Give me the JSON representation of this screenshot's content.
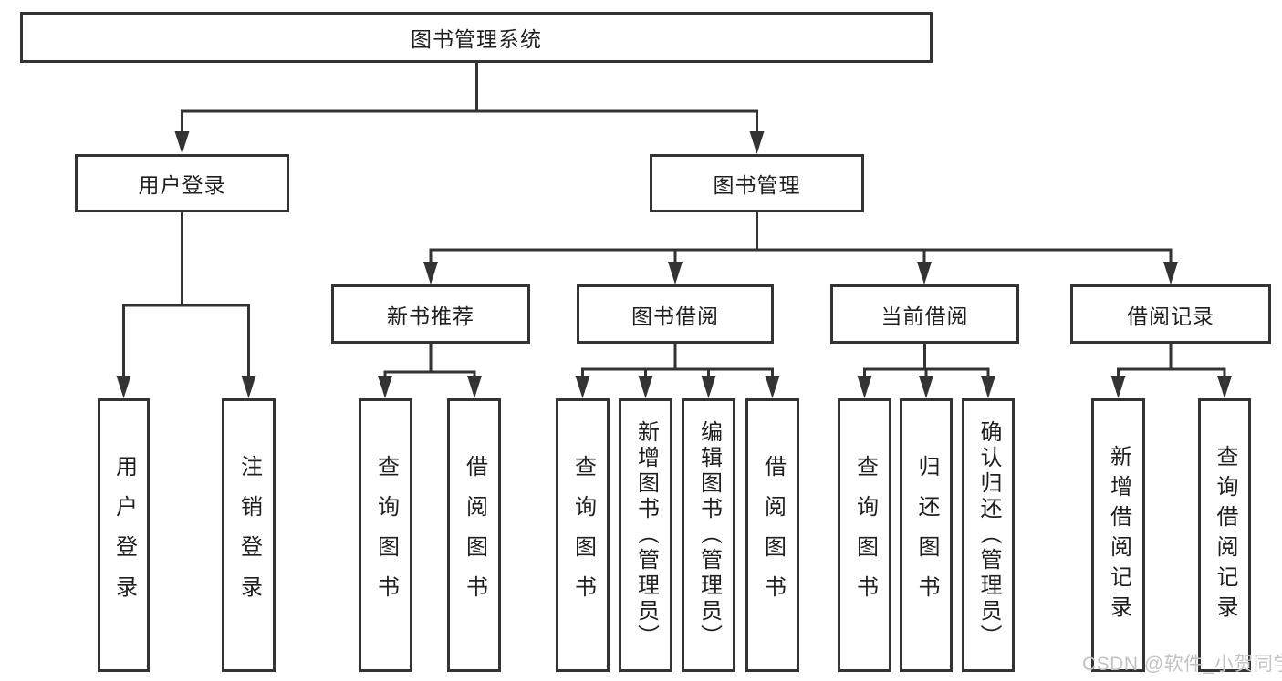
{
  "diagram": {
    "title": "图书管理系统",
    "root": {
      "label": "图书管理系统",
      "children": [
        {
          "label": "用户登录",
          "children": [
            {
              "label": "用户登录"
            },
            {
              "label": "注销登录"
            }
          ]
        },
        {
          "label": "图书管理",
          "children": [
            {
              "label": "新书推荐",
              "children": [
                {
                  "label": "查询图书"
                },
                {
                  "label": "借阅图书"
                }
              ]
            },
            {
              "label": "图书借阅",
              "children": [
                {
                  "label": "查询图书"
                },
                {
                  "label": "新增图书（管理员）"
                },
                {
                  "label": "编辑图书（管理员）"
                },
                {
                  "label": "借阅图书"
                }
              ]
            },
            {
              "label": "当前借阅",
              "children": [
                {
                  "label": "查询图书"
                },
                {
                  "label": "归还图书"
                },
                {
                  "label": "确认归还（管理员）"
                }
              ]
            },
            {
              "label": "借阅记录",
              "children": [
                {
                  "label": "新增借阅记录"
                },
                {
                  "label": "查询借阅记录"
                }
              ]
            }
          ]
        }
      ]
    },
    "colors": {
      "line": "#333333",
      "box_background": "#ffffff",
      "text": "#1f1f1f",
      "watermark": "#c3c3c3"
    }
  },
  "watermark": {
    "text": "CSDN @软件_小贺同学"
  }
}
